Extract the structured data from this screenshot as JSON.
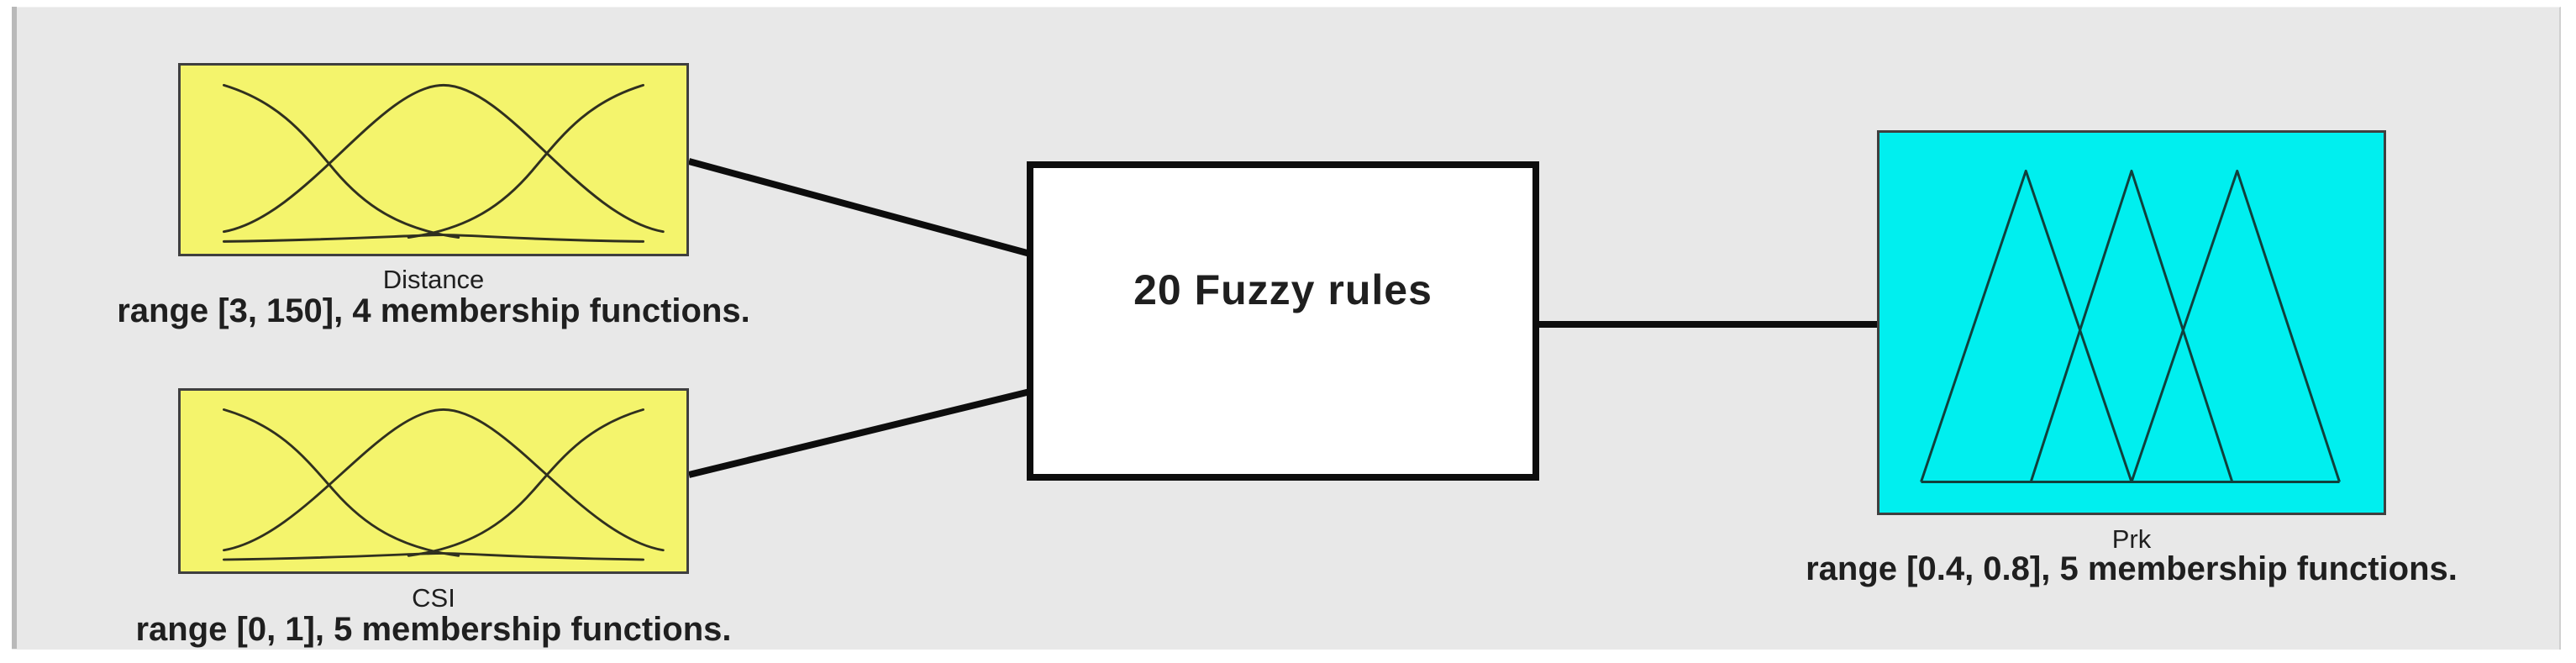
{
  "diagram": {
    "inputs": [
      {
        "name": "Distance",
        "range_text": "range [3, 150], 4 membership functions.",
        "membership_function_count": 4,
        "mf_shape": "gaussian",
        "fill_color": "#f4f46c"
      },
      {
        "name": "CSI",
        "range_text": "range [0, 1], 5 membership functions.",
        "membership_function_count": 5,
        "mf_shape": "gaussian",
        "fill_color": "#f4f46c"
      }
    ],
    "rules": {
      "label": "20 Fuzzy rules"
    },
    "output": {
      "name": "Prk",
      "range_text": "range [0.4, 0.8], 5 membership functions.",
      "membership_function_count": 5,
      "mf_shape": "triangular",
      "fill_color": "#00efef"
    },
    "colors": {
      "page_background": "#ffffff",
      "panel_background": "#e8e8e8",
      "left_strip": "#b9b9b9",
      "connector": "#0d0d0d",
      "box_border": "#3f3f3f",
      "text": "#1f1f1f"
    }
  }
}
